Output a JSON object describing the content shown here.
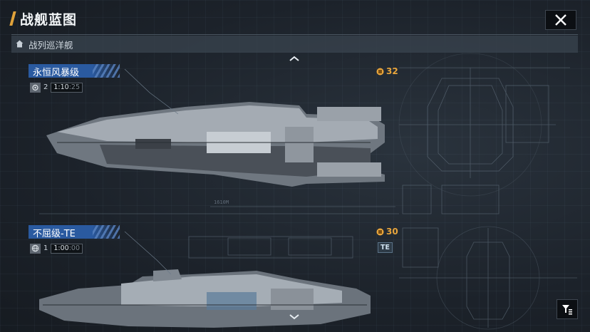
{
  "header": {
    "title": "战舰蓝图"
  },
  "breadcrumb": {
    "text": "战列巡洋舰"
  },
  "ships": [
    {
      "name": "永恒风暴级",
      "stat_count": "2",
      "stat_value": "1:10",
      "stat_dim": ":25",
      "cost": "32"
    },
    {
      "name": "不屈级-TE",
      "stat_count": "1",
      "stat_value": "1:00",
      "stat_dim": ":00",
      "cost": "30",
      "tag": "TE"
    }
  ],
  "blueprint": {
    "length_label": "1610M"
  },
  "colors": {
    "accent": "#e0a23a",
    "label_bg": "#2a5aa0",
    "cost": "#e8a53c"
  }
}
